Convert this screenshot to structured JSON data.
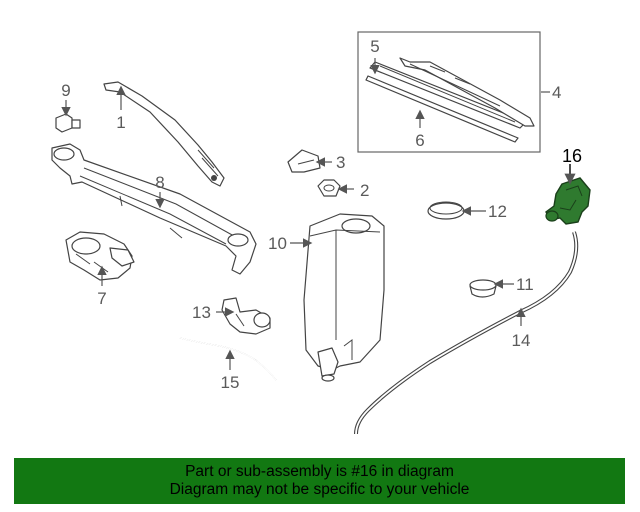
{
  "diagram": {
    "callouts": {
      "p1": "1",
      "p2": "2",
      "p3": "3",
      "p4": "4",
      "p5": "5",
      "p6": "6",
      "p7": "7",
      "p8": "8",
      "p9": "9",
      "p10": "10",
      "p11": "11",
      "p12": "12",
      "p13": "13",
      "p14": "14",
      "p15": "15",
      "p16": "16"
    },
    "highlight_color": "#2f7a2f"
  },
  "footer": {
    "line1": "Part or sub-assembly is #16 in diagram",
    "line2": "Diagram may not be specific to your vehicle",
    "background": "#127812"
  }
}
